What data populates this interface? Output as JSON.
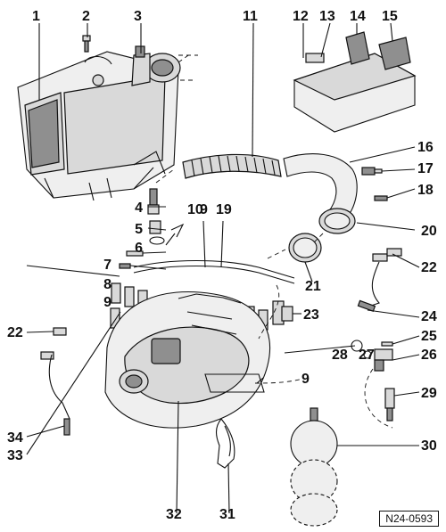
{
  "diagram": {
    "reference": "N24-0593",
    "callouts": {
      "c1": "1",
      "c2": "2",
      "c3": "3",
      "c4": "4",
      "c5": "5",
      "c6": "6",
      "c7": "7",
      "c8": "8",
      "c9a": "9",
      "c9b": "9",
      "c9c": "9",
      "c10": "10",
      "c11": "11",
      "c12": "12",
      "c13": "13",
      "c14": "14",
      "c15": "15",
      "c16": "16",
      "c17": "17",
      "c18": "18",
      "c19": "19",
      "c20": "20",
      "c21": "21",
      "c22a": "22",
      "c22b": "22",
      "c23": "23",
      "c24": "24",
      "c25": "25",
      "c26": "26",
      "c27": "27",
      "c28": "28",
      "c29": "29",
      "c30": "30",
      "c31": "31",
      "c32": "32",
      "c33": "33",
      "c34": "34"
    }
  }
}
